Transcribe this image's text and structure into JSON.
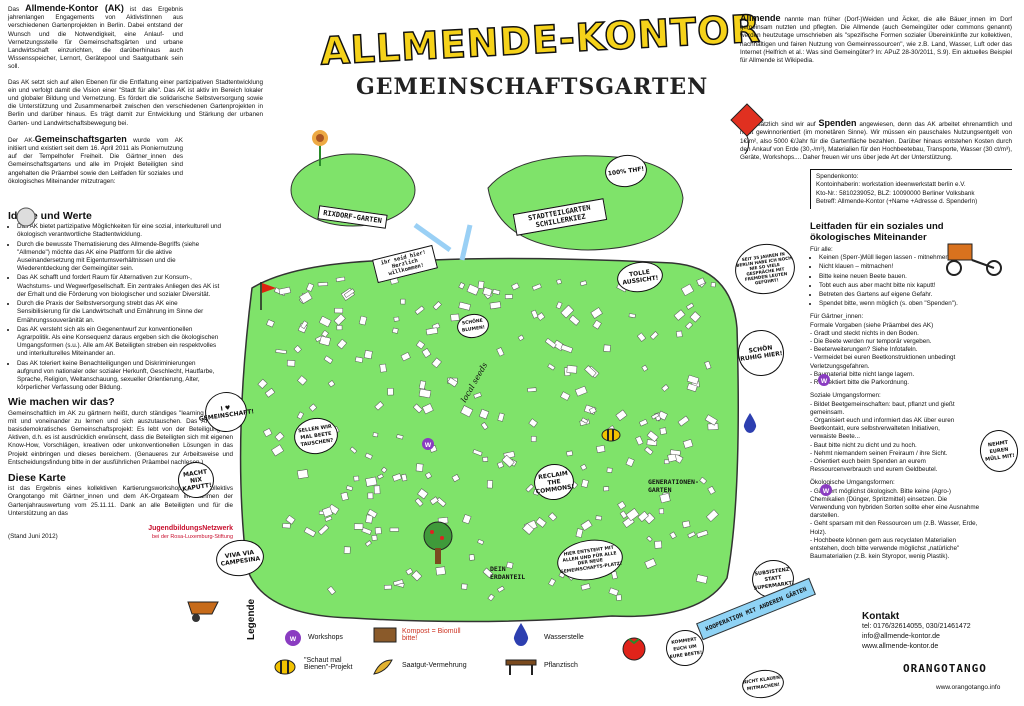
{
  "header": {
    "title": "ALLMENDE-KONTOR",
    "subtitle": "GEMEINSCHAFTSGARTEN"
  },
  "left": {
    "intro1_a": "Das ",
    "intro1_b": "Allmende-Kontor (AK)",
    "intro1_c": " ist das Ergebnis jahrenlangen Engagements von AktivistInnen aus verschiedenen Gartenprojekten in Berlin. Dabei entstand der Wunsch und die Notwendigkeit, eine Anlauf- und Vernetzungsstelle für Gemeinschaftsgärten und urbane Landwirtschaft einzurichten, die darüberhinaus auch Wissensspeicher, Lernort, Gerätepool und Saatgutbank sein soll.",
    "intro2": "Das AK setzt sich auf allen Ebenen für die Entfaltung einer partizipativen Stadtentwicklung ein und verfolgt damit die Vision einer \"Stadt für alle\". Das AK ist aktiv im Bereich lokaler und globaler Bildung und Vernetzung. Es fördert die solidarische Selbstversorgung sowie die Unterstützung und Zusammenarbeit zwischen den verschiedenen Gartenprojekten in Berlin und darüber hinaus. Es trägt damit zur Entwicklung und Stärkung der urbanen Garten- und Landwirtschaftsbewegung bei.",
    "intro3_a": "Der AK-",
    "intro3_b": "Gemeinschaftsgarten",
    "intro3_c": " wurde vom AK initiiert und existiert seit dem 16. April 2011 als Pioniernutzung auf der Tempelhofer Freiheit. Die Gärtner_innen des Gemeinschaftsgartens und alle im Projekt Beteiligten sind angehalten die Präambel sowie den Leitfaden für soziales und ökologisches Miteinander mitzutragen:",
    "ideale_heading": "Ideale und Werte",
    "ideale": [
      "Das AK bietet partizipative Möglichkeiten für eine sozial, interkulturell und ökologisch verantwortliche Stadtentwicklung.",
      "Durch die bewusste Thematisierung des Allmende-Begriffs (siehe \"Allmende\") möchte das AK eine Plattform für die aktive Auseinandersetzung mit Eigentumsverhältnissen und die Wiederentdeckung der Gemeingüter sein.",
      "Das AK schafft und fordert Raum für Alternativen zur Konsum-, Wachstums- und Wegwerfgesellschaft. Ein zentrales Anliegen des AK ist der Erhalt und die Förderung von biologischer und sozialer Diversität.",
      "Durch die Praxis der Selbstversorgung strebt das AK eine Sensibilisierung für die Landwirtschaft und Ernährung im Sinne der Ernährungssouveränität an.",
      "Das AK versteht sich als ein Gegenentwurf zur konventionellen Agrarpolitik. Als eine Konsequenz daraus ergeben sich die ökologischen Umgangsformen (s.u.). Alle am AK Beteiligten streben ein respektvolles und interkulturelles Miteinander an.",
      "Das AK toleriert keine Benachteiligungen und Diskriminierungen aufgrund von nationaler oder sozialer Herkunft, Geschlecht, Hautfarbe, Sprache, Religion, Weltanschauung, sexueller Orientierung, Alter, körperlicher Verfassung oder Bildung."
    ],
    "wie_heading": "Wie machen wir das?",
    "wie": "Gemeinschaftlich im AK zu gärtnern heißt, durch ständiges \"learning by doing\" mit und voneinander zu lernen und sich auszutauschen. Das AK ist ein basisdemokratisches Gemeinschaftsprojekt: Es lebt von der Beteiligung der Aktiven, d.h. es ist ausdrücklich erwünscht, dass die Beteiligten sich mit eigenen Know-How, Vorschlägen, kreativen oder unkonventionellen Lösungen in das Projekt einbringen und dieses bereichern. (Genaueres zur Arbeitsweise und Entscheidungsfindung bitte in der ausführlichen Präambel nachlesen.)",
    "karte_heading": "Diese Karte",
    "karte": "ist das Ergebnis eines kollektiven Kartierungsworkshops des Kollektivs Orangotango mit Gärtner_innen und dem AK-Orgateam im Rahmen der Gartenjahrauswertung vom 25.11.11. Dank an alle Beteiligten und für die Unterstützung an das",
    "stand": "(Stand Juni 2012)",
    "jbn1": "JugendbildungsNetzwerk",
    "jbn2": "bei der Rosa-Luxemburg-Stiftung"
  },
  "right": {
    "allmende_a": "Allmende",
    "allmende_b": " nannte man früher (Dorf-)Weiden und Äcker, die alle Bäuer_innen im Dorf gemeinsam nutzten und pflegten. Die Allmende (auch Gemeingüter oder commons genannt) werden heutzutage umschrieben als \"spezifische Formen sozialer Übereinkünfte zur kollektiven, nachhaltigen und fairen Nutzung von Gemeinressourcen\", wie z.B. Land, Wasser, Luft oder das Internet (Helfrich et al.: Was sind Gemeingüter? In: APuZ 28-30/2011, S.9). Ein aktuelles Beispiel für Allmende ist Wikipedia.",
    "spenden_a": "Grundsätzlich sind wir auf ",
    "spenden_b": "Spenden",
    "spenden_c": " angewiesen, denn das AK arbeitet ehrenamtlich und nicht gewinnorientiert (im monetären Sinne). Wir müssen ein pauschales Nutzungsentgelt von 1€/m², also 5000 €/Jahr für die Gartenfläche bezahlen. Darüber hinaus entstehen Kosten durch den Ankauf von Erde (30,-/m³), Materialien für den Hochbeetebau, Transporte, Wasser (30 ct/m³), Geräte, Workshops.... Daher freuen wir uns über jede Art der Unterstützung.",
    "konto": [
      "Spendenkonto:",
      "Kontoinhaberin: workstation ideenwerkstatt berlin e.V.",
      "Kto-Nr.: 5810239052, BLZ: 10090000 Berliner Volksbank",
      "Betreff: Allmende-Kontor (+Name +Adresse d. SpenderIn)"
    ],
    "leitfaden_heading": "Leitfaden für ein soziales und ökologisches Miteinander",
    "fuer_alle": "Für alle:",
    "alle": [
      "Keinen (Sperr-)Müll liegen lassen - mitnehmen bitte!",
      "Nicht klauen – mitmachen!",
      "Bitte keine neuen Beete bauen.",
      "Tobt euch aus aber macht bitte nix kaputt!",
      "Betreten des Gartens auf eigene Gefahr.",
      "Spendet bitte, wenn möglich (s. oben \"Spenden\")."
    ],
    "fuer_gaertner": "Für Gärtner_innen:",
    "gaertner": [
      "Formale Vorgaben (siehe Präambel des AK)",
      "- Gradt und steckt nichts in den Boden.",
      "- Die Beete werden nur temporär vergeben.",
      "- Beeterweiterungen? Siehe Infotafeln.",
      "- Vermeidet bei euren Beetkonstruktionen unbedingt Verletzungsgefahren.",
      "- Baumaterial bitte nicht lange lagern.",
      "- Respektiert bitte die Parkordnung."
    ],
    "sozial": [
      "Soziale Umgangsformen:",
      "- Bildet Beetgemeinschaften: baut, pflanzt und gießt gemeinsam.",
      "- Organisiert euch und informiert das AK über euren Beetkontakt, eure selbstverwalteten Initiativen, verwaiste Beete...",
      "- Baut bitte nicht zu dicht und zu hoch.",
      "- Nehmt niemandem seinen Freiraum / ihre Sicht.",
      "- Orientiert euch beim Spenden an eurem Ressourcenverbrauch und eurem Geldbeutel."
    ],
    "oeko": [
      "Ökologische Umgangsformen:",
      "- Gärtnert möglichst ökologisch. Bitte keine (Agro-) Chemikalien (Dünger, Spritzmittel) einsetzen. Die Verwendung von hybriden Sorten sollte eher eine Ausnahme darstellen.",
      "- Geht sparsam mit den Ressourcen um (z.B. Wasser, Erde, Holz).",
      "- Hochbeete können gern aus recyclaten Materialien entstehen, doch bitte verwende möglichst „natürliche\" Baumaterialien (z.B. kein Styropor, wenig Plastik)."
    ],
    "kontakt_heading": "Kontakt",
    "kontakt": [
      "tel: 0176/32614055, 030/21461472",
      "info@allmende-kontor.de",
      "www.allmende-kontor.de"
    ],
    "orangotango": "ORANGOTANGO",
    "orangotango_url": "www.orangotango.info"
  },
  "map": {
    "rixdorf_label": "RIXDORF-GARTEN",
    "stadtteil_label": "STADTTEILGARTEN SCHILLERKIEZ",
    "thf": "100% THF!",
    "sign": "ihr seid hier! Herzlich willkommen!",
    "bubbles": [
      "I ♥ GEMEINSCHAFT!",
      "MACHT NIX KAPUTT!",
      "VIVA VIA CAMPESINA",
      "SCHÖN RUHIG HIER!",
      "TOLLE AUSSICHT!",
      "SEIT 35 JAHREN IN BERLIN HABE ICH NOCH NIE SO VIELE GESPRÄCHE MIT FREMDEN LEUTEN GEFÜHRT!",
      "SELLEN WIR MAL BEETE TAUSCHEN?",
      "HIER ENTSTEHT MIT ALLEN UND FÜR ALLE DER NEUE GEMEINSCHAFTS-PLATZ!",
      "RECLAIM THE COMMONS!",
      "SUBSISTENZ STATT SUPERMARKT!",
      "NEHMT EUREN MÜLL MIT!",
      "SCHÖNE BLUMEN!",
      "KOMMERT EUCH UM EURE BEETE!",
      "NICHT KLAUEN! MITMACHEN!"
    ],
    "local_seeds": "local seeds",
    "generationen": "GENERATIONEN-GARTEN",
    "erdanteil": "DEIN ERDANTEIL",
    "kooperation": "KOOPERATION MIT ANDEREN GÄRTEN"
  },
  "legend": {
    "title": "Legende",
    "items": [
      "Workshops",
      "Kompost = Biomüll bitte!",
      "Wasserstelle",
      "\"Schaut mal Bienen\"-Projekt",
      "Saatgut-Vermehrung",
      "Pflanztisch"
    ]
  },
  "colors": {
    "map_green": "#7fe36a",
    "title_yellow": "#f5d21a",
    "workshop_purple": "#8a3cc1",
    "water_blue": "#2d3fb0"
  }
}
